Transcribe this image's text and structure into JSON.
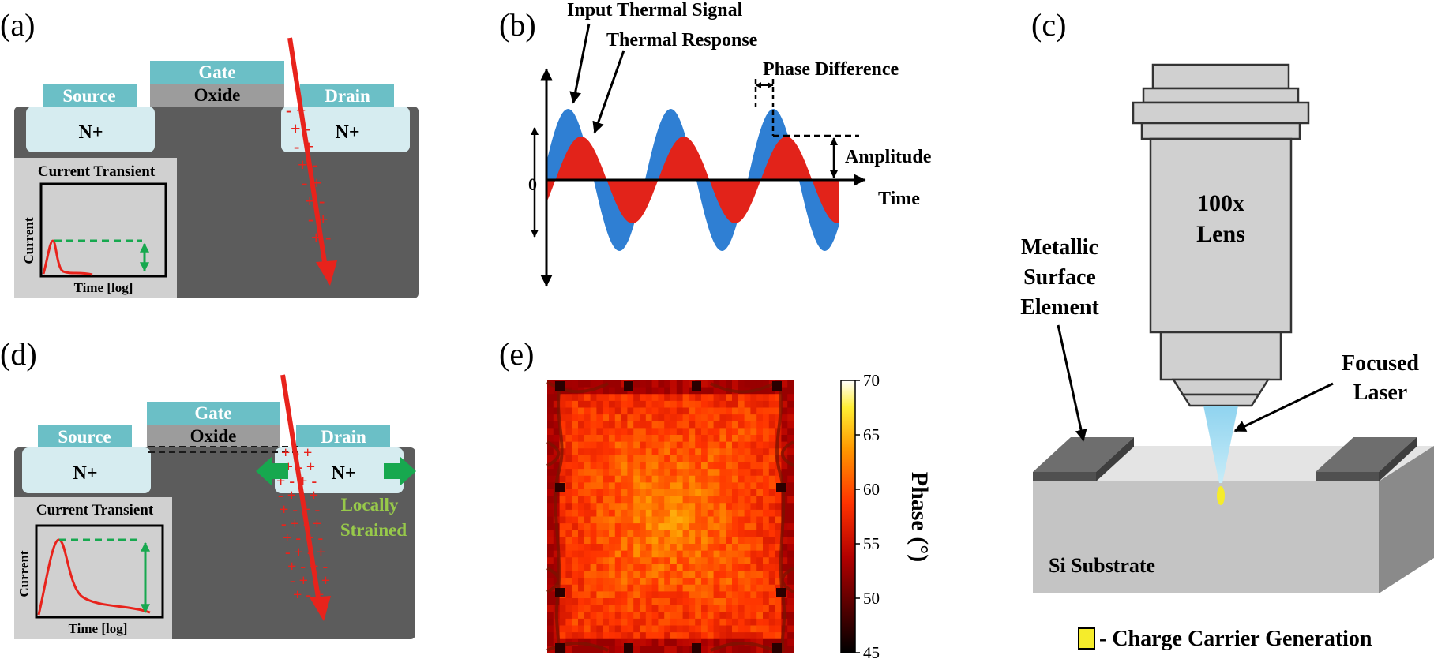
{
  "panels": {
    "a": {
      "label": "(a)",
      "source": "Source",
      "gate": "Gate",
      "oxide": "Oxide",
      "drain": "Drain",
      "n_left": "N+",
      "n_right": "N+",
      "inset_title": "Current Transient",
      "inset_ylabel": "Current",
      "inset_xlabel": "Time [log]"
    },
    "b": {
      "label": "(b)",
      "input_signal": "Input Thermal Signal",
      "thermal_response": "Thermal Response",
      "phase_difference": "Phase Difference",
      "amplitude": "Amplitude",
      "zero": "0",
      "time": "Time"
    },
    "c": {
      "label": "(c)",
      "lens_line1": "100x",
      "lens_line2": "Lens",
      "metal_line1": "Metallic",
      "metal_line2": "Surface",
      "metal_line3": "Element",
      "laser_line1": "Focused",
      "laser_line2": "Laser",
      "substrate": "Si Substrate",
      "legend": "- Charge Carrier Generation"
    },
    "d": {
      "label": "(d)",
      "source": "Source",
      "gate": "Gate",
      "oxide": "Oxide",
      "drain": "Drain",
      "n_left": "N+",
      "n_right": "N+",
      "strain_line1": "Locally",
      "strain_line2": "Strained",
      "inset_title": "Current Transient",
      "inset_ylabel": "Current",
      "inset_xlabel": "Time [log]"
    },
    "e": {
      "label": "(e)",
      "colorbar_label": "Phase (°)",
      "colorbar_ticks": [
        "70",
        "65",
        "60",
        "55",
        "50",
        "45"
      ],
      "range": [
        45,
        70
      ]
    }
  },
  "colors": {
    "metal_teal": "#6bbfc6",
    "oxide_gray": "#9c9c9c",
    "substrate_dark": "#5c5c5c",
    "n_plus": "#d6ecf0",
    "inset_bg": "#d0d0d0",
    "laser_red": "#e8231c",
    "wave_blue": "#2f7fd3",
    "wave_red": "#e2231a",
    "strain_green": "#17a84f",
    "strain_text": "#97c94a",
    "carrier_yellow": "#f5ec2b"
  }
}
